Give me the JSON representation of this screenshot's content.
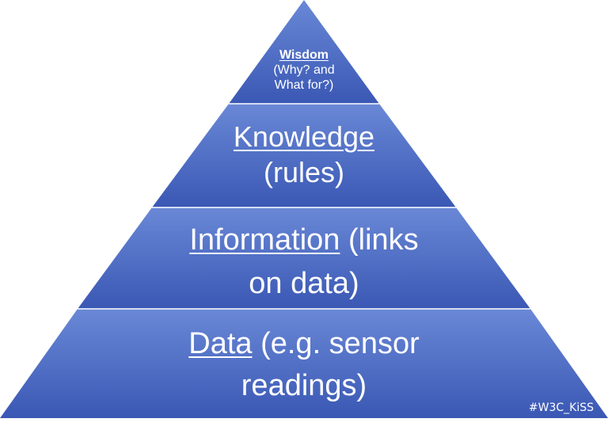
{
  "levels": [
    {
      "title": "Wisdom",
      "line1": "(Why? and",
      "line2": "What for?)"
    },
    {
      "title": "Knowledge",
      "line2": "(rules)"
    },
    {
      "title": "Information",
      "line1_rest": " (links",
      "line2": "on data)"
    },
    {
      "title": "Data",
      "line1_rest": " (e.g. sensor",
      "line2": "readings)"
    }
  ],
  "hashtag": "#W3C_KiSS",
  "colors": {
    "fill_light": "#6a88d6",
    "fill_dark": "#3a58b4",
    "separator": "#ffffff",
    "text": "#ffffff"
  }
}
